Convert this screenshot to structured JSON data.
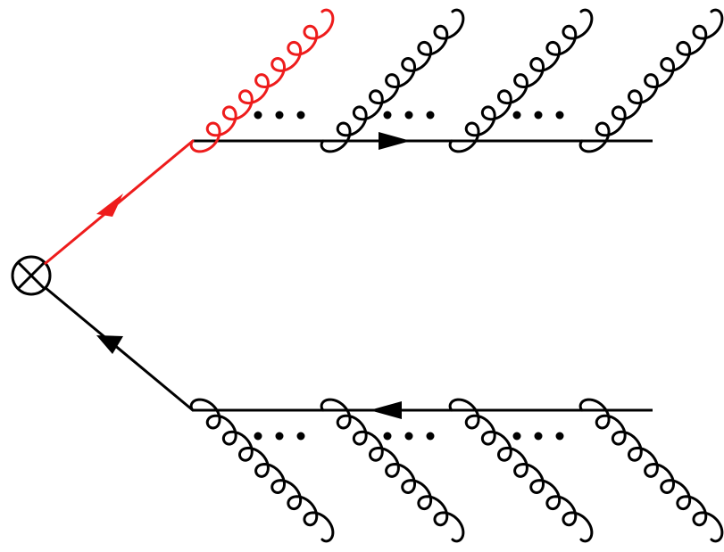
{
  "diagram": {
    "type": "feynman-diagram",
    "description_free": true,
    "vertex": {
      "kind": "operator-insertion",
      "symbol": "circled-times"
    },
    "colors": {
      "highlight": "#ee1c1c",
      "default": "#000000",
      "background": "#ffffff"
    },
    "upper_branch": {
      "incoming_fermion_color": "highlight",
      "fermion_arrow": "outgoing",
      "gluons": [
        {
          "color": "highlight"
        },
        {
          "color": "default"
        },
        {
          "color": "default"
        },
        {
          "color": "default"
        }
      ],
      "ellipses": 3
    },
    "lower_branch": {
      "incoming_fermion_color": "default",
      "fermion_arrow": "incoming",
      "gluons": [
        {
          "color": "default"
        },
        {
          "color": "default"
        },
        {
          "color": "default"
        },
        {
          "color": "default"
        }
      ],
      "ellipses": 3
    }
  }
}
